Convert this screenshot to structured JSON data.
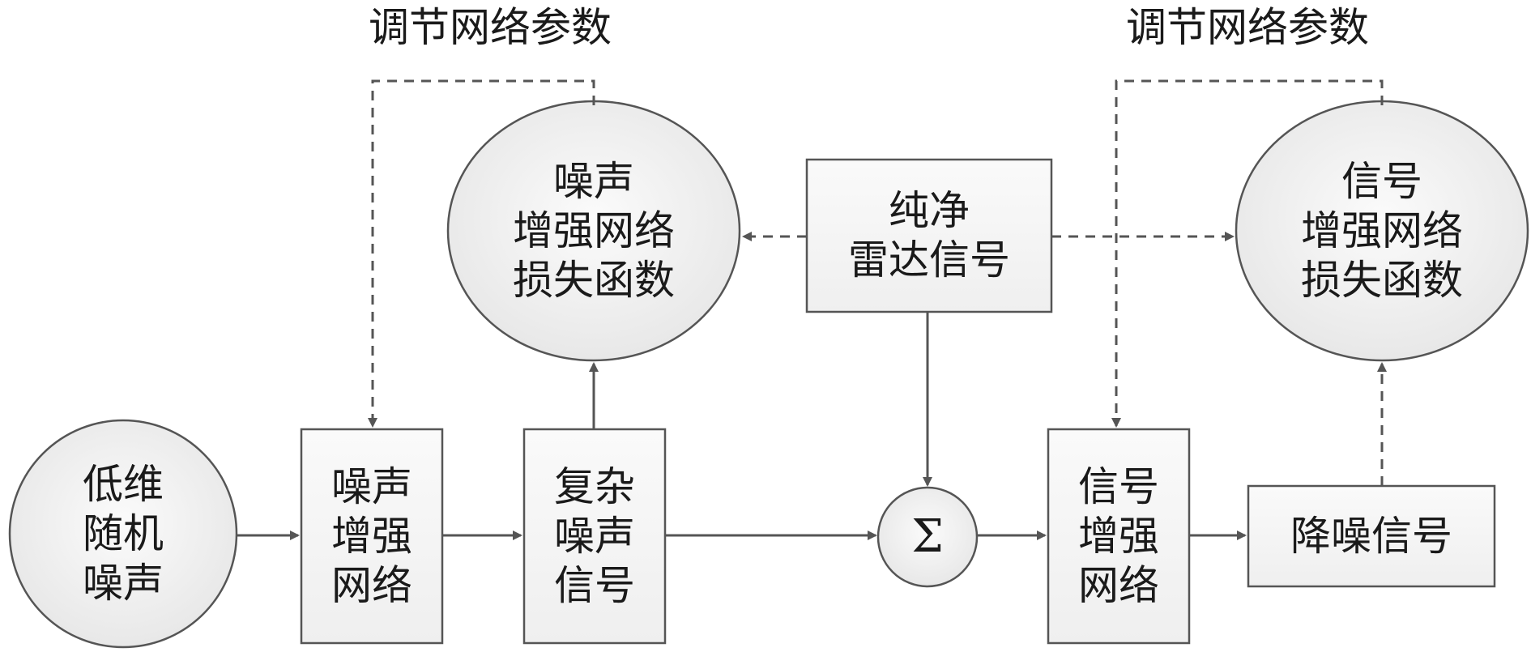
{
  "top_labels": {
    "left": "调节网络参数",
    "right": "调节网络参数"
  },
  "nodes": {
    "low_dim_noise": "低维\n随机\n噪声",
    "noise_enhance_net": "噪声\n增强\n网络",
    "complex_noise": "复杂\n噪声\n信号",
    "clean_radar": "纯净\n雷达信号",
    "noise_loss": "噪声\n增强网络\n损失函数",
    "signal_loss": "信号\n增强网络\n损失函数",
    "sum": "Σ",
    "signal_enhance_net": "信号\n增强\n网络",
    "denoised": "降噪信号"
  },
  "colors": {
    "stroke": "#555555",
    "box_fill": "#f5f5f5",
    "ellipse_fill": "#eeeeee",
    "text": "#1a1a1a"
  }
}
